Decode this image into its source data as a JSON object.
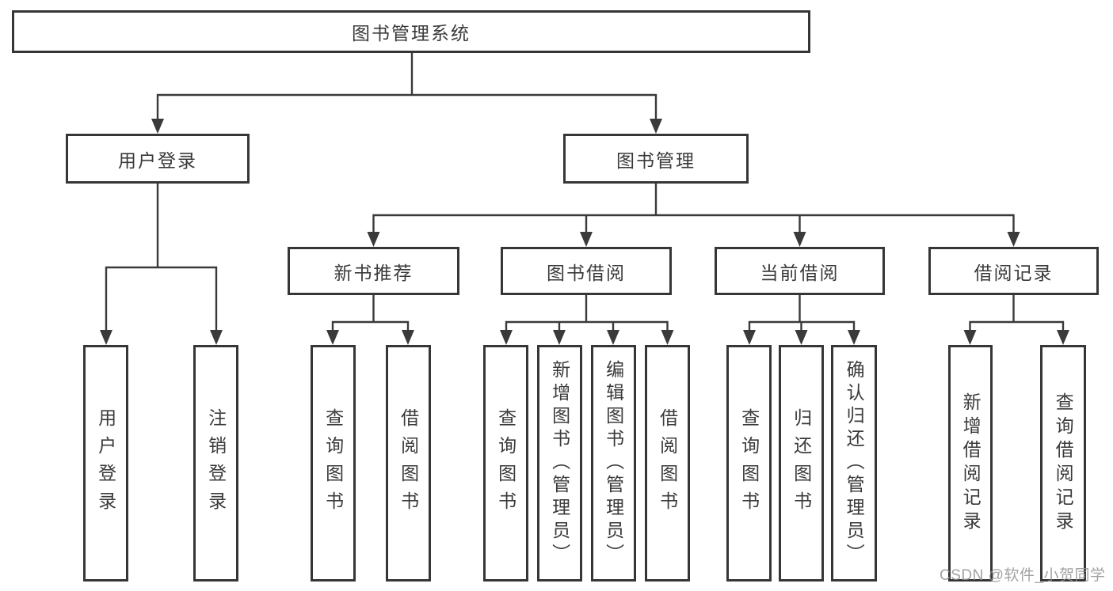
{
  "tree": {
    "label": "图书管理系统",
    "children": [
      {
        "label": "用户登录",
        "children": [
          {
            "label": "用户登录"
          },
          {
            "label": "注销登录"
          }
        ]
      },
      {
        "label": "图书管理",
        "children": [
          {
            "label": "新书推荐",
            "children": [
              {
                "label": "查询图书"
              },
              {
                "label": "借阅图书"
              }
            ]
          },
          {
            "label": "图书借阅",
            "children": [
              {
                "label": "查询图书"
              },
              {
                "label": "新增图书（管理员）"
              },
              {
                "label": "编辑图书（管理员）"
              },
              {
                "label": "借阅图书"
              }
            ]
          },
          {
            "label": "当前借阅",
            "children": [
              {
                "label": "查询图书"
              },
              {
                "label": "归还图书"
              },
              {
                "label": "确认归还（管理员）"
              }
            ]
          },
          {
            "label": "借阅记录",
            "children": [
              {
                "label": "新增借阅记录"
              },
              {
                "label": "查询借阅记录"
              }
            ]
          }
        ]
      }
    ]
  },
  "watermark": {
    "text": "CSDN @软件_小贺同学"
  },
  "colors": {
    "line": "#3a3a3a",
    "border": "#363636",
    "text": "#3a3a3a",
    "watermark": "#929292",
    "background": "#ffffff"
  }
}
